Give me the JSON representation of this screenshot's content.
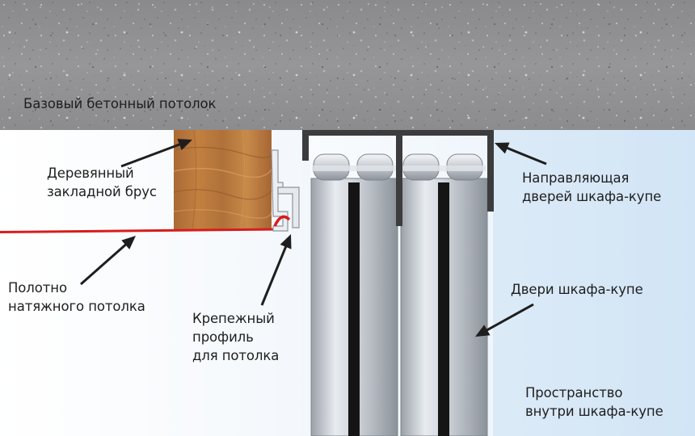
{
  "labels": {
    "ceiling": "Базовый бетонный потолок",
    "timber": [
      "Деревянный",
      "закладной брус"
    ],
    "guide": [
      "Направляющая",
      "дверей шкафа-купе"
    ],
    "stretch": [
      "Полотно",
      "натяжного потолка"
    ],
    "profile": [
      "Крепежный",
      "профиль",
      "для потолка"
    ],
    "doors": "Двери шкафа-купе",
    "space": [
      "Пространство",
      "внутри шкафа-купе"
    ]
  },
  "colors": {
    "concrete": "#8e8e90",
    "timber": "#b8743c",
    "stretch_ceiling": "#d81c1c",
    "wardrobe_space": "#d4e6f5",
    "door_panel": "#c9ced6",
    "arrow": "#1e1e1e"
  }
}
